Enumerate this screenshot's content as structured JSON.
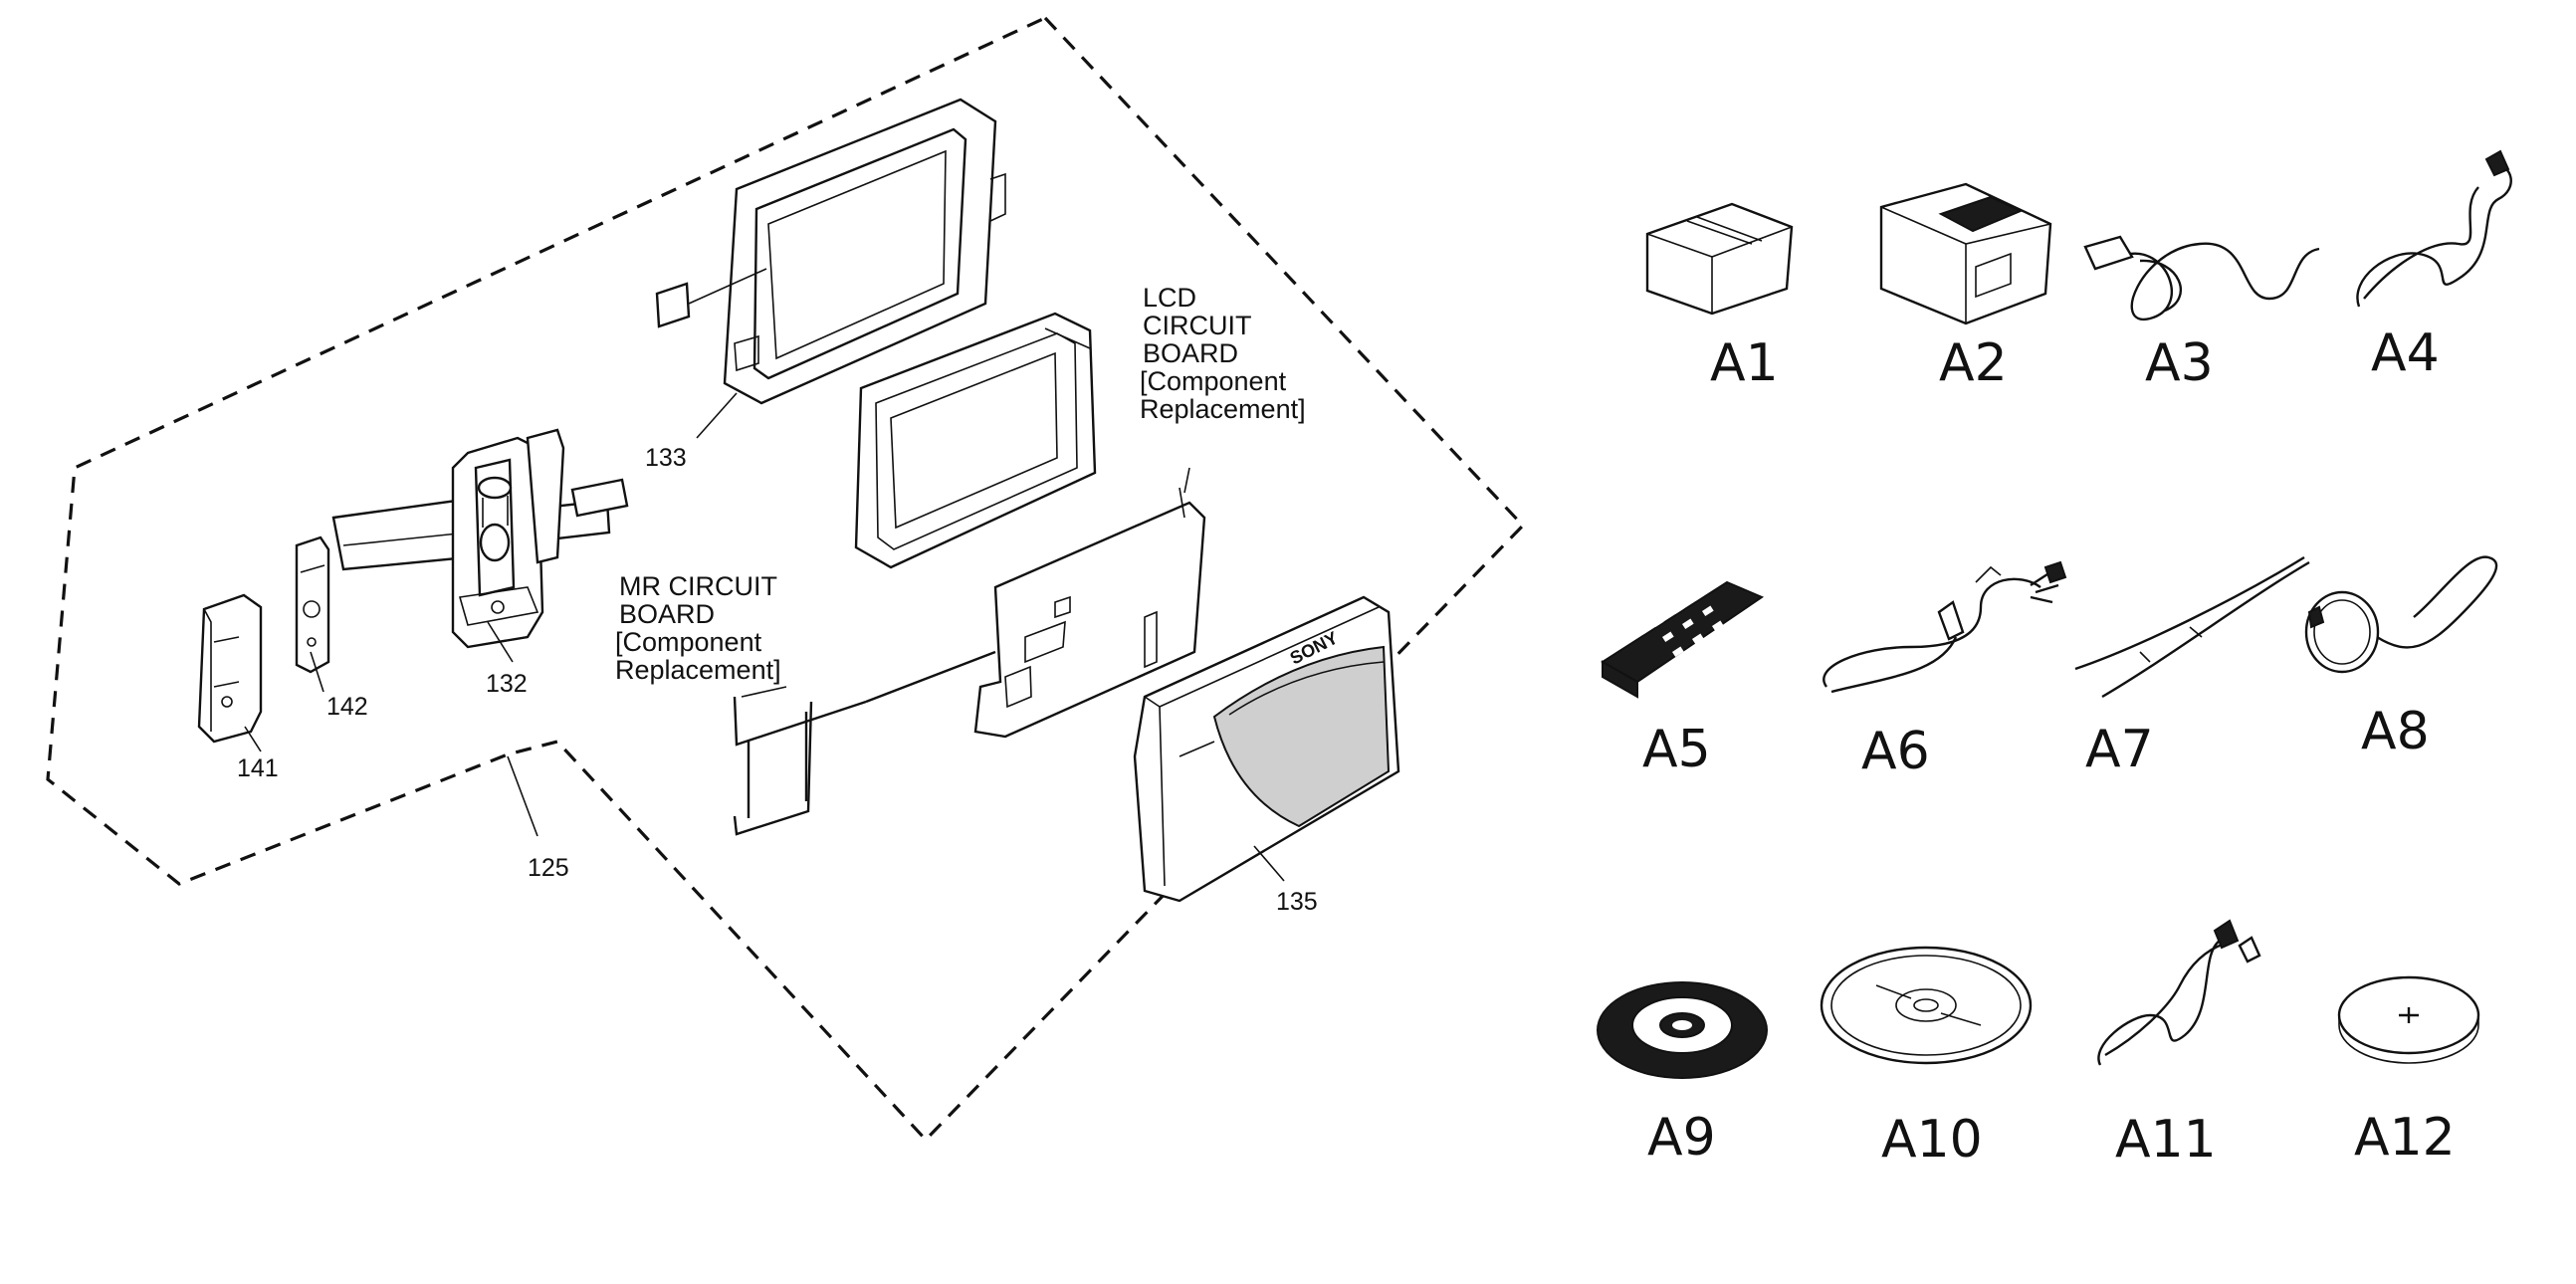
{
  "assembly": {
    "callouts": {
      "c125": "125",
      "c132": "132",
      "c133": "133",
      "c135": "135",
      "c141": "141",
      "c142": "142"
    },
    "lcd_board_lines": [
      "LCD",
      "CIRCUIT",
      "BOARD",
      "[Component",
      "Replacement]"
    ],
    "mr_board_lines": [
      "MR CIRCUIT",
      "BOARD",
      "[Component",
      "Replacement]"
    ]
  },
  "accessories": [
    {
      "id": "A1",
      "label": "A1",
      "icon": "battery-pack-icon"
    },
    {
      "id": "A2",
      "label": "A2",
      "icon": "ac-adapter-icon"
    },
    {
      "id": "A3",
      "label": "A3",
      "icon": "power-cord-icon"
    },
    {
      "id": "A4",
      "label": "A4",
      "icon": "cable-icon"
    },
    {
      "id": "A5",
      "label": "A5",
      "icon": "remote-control-icon"
    },
    {
      "id": "A6",
      "label": "A6",
      "icon": "av-cable-icon"
    },
    {
      "id": "A7",
      "label": "A7",
      "icon": "shoulder-strap-icon"
    },
    {
      "id": "A8",
      "label": "A8",
      "icon": "lens-cap-icon"
    },
    {
      "id": "A9",
      "label": "A9",
      "icon": "mini-disc-icon"
    },
    {
      "id": "A10",
      "label": "A10",
      "icon": "cd-rom-icon"
    },
    {
      "id": "A11",
      "label": "A11",
      "icon": "usb-cable-icon"
    },
    {
      "id": "A12",
      "label": "A12",
      "icon": "coin-battery-icon"
    }
  ]
}
